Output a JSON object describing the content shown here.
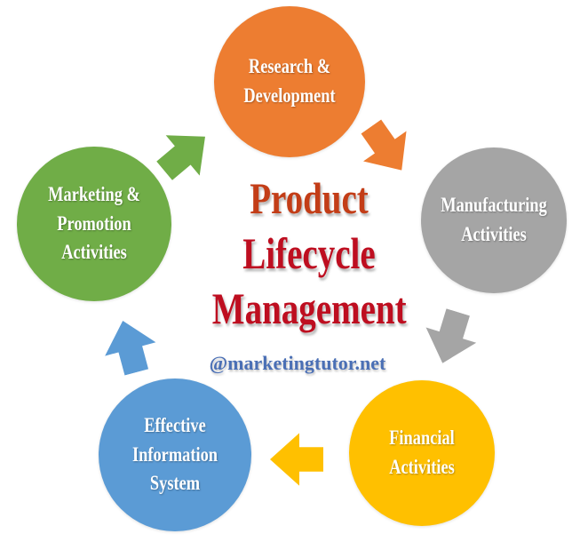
{
  "diagram": {
    "title": {
      "lines": [
        "Product",
        "Lifecycle",
        "Management"
      ],
      "first_line_color": "#C33D17",
      "rest_color": "#BE0E20"
    },
    "watermark": {
      "text": "@marketingtutor.net",
      "color": "#4A6FB5"
    },
    "nodes": [
      {
        "name": "research-development",
        "lines": [
          "Research &",
          "Development"
        ],
        "color": "#ED7D31",
        "text_color": "#FFFFFF"
      },
      {
        "name": "manufacturing",
        "lines": [
          "Manufacturing",
          "Activities"
        ],
        "color": "#A5A5A5",
        "text_color": "#FFFFFF"
      },
      {
        "name": "financial",
        "lines": [
          "Financial",
          "Activities"
        ],
        "color": "#FFC000",
        "text_color": "#FFFFFF"
      },
      {
        "name": "information-system",
        "lines": [
          "Effective",
          "Information",
          "System"
        ],
        "color": "#5B9BD5",
        "text_color": "#FFFFFF"
      },
      {
        "name": "marketing-promotion",
        "lines": [
          "Marketing &",
          "Promotion",
          "Activities"
        ],
        "color": "#70AD47",
        "text_color": "#FFFFFF"
      }
    ],
    "arrows": [
      {
        "name": "research-to-manufacturing",
        "color": "#ED7D31"
      },
      {
        "name": "manufacturing-to-financial",
        "color": "#A5A5A5"
      },
      {
        "name": "financial-to-information",
        "color": "#FFC000"
      },
      {
        "name": "information-to-marketing",
        "color": "#5B9BD5"
      },
      {
        "name": "marketing-to-research",
        "color": "#70AD47"
      }
    ]
  }
}
